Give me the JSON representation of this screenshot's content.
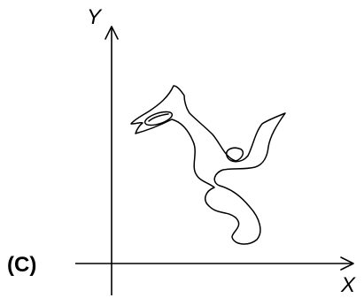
{
  "panel_label": "(C)",
  "axes": {
    "x_label": "X",
    "y_label": "Y"
  },
  "figure": {
    "shape": "irregular-three-armed-outline",
    "line_color": "#000000",
    "background": "#ffffff"
  }
}
